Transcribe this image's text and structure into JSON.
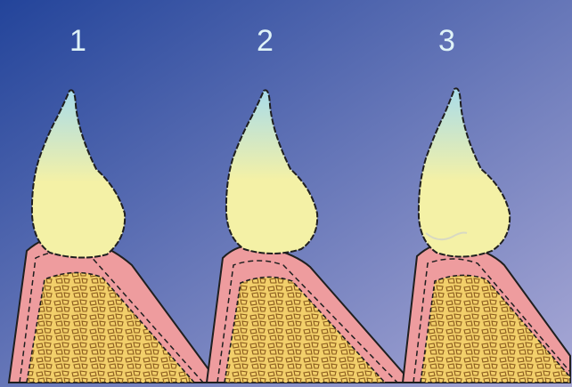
{
  "stages": [
    {
      "label": "1"
    },
    {
      "label": "2"
    },
    {
      "label": "3"
    }
  ],
  "colors": {
    "background_top_left": "#23449a",
    "background_bottom_right": "#a9a9d6",
    "label": "#dff3f7",
    "crown_tip": "#a9dcea",
    "crown_body": "#f4f1a6",
    "gingiva": "#ee9c9e",
    "gingiva_dark": "#d97b80",
    "bone": "#f2cf6a",
    "bone_cell_outline": "#8a5a1c",
    "outline": "#1f1f1f"
  }
}
